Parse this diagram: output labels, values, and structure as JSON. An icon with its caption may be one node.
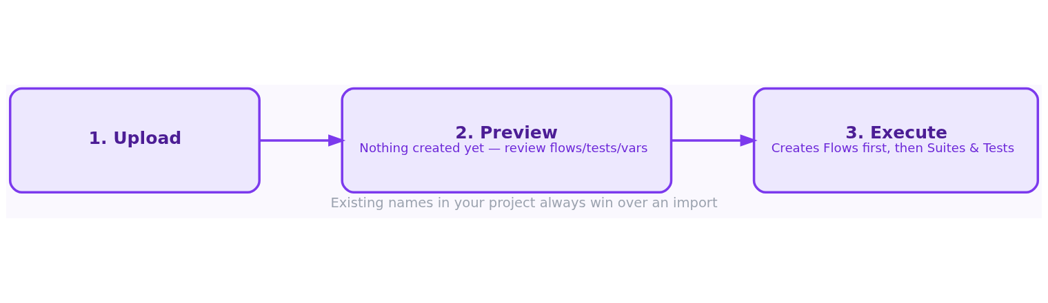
{
  "diagram": {
    "caption": "Existing names in your project always win over an import",
    "nodes": [
      {
        "text": [
          "1. Upload"
        ]
      },
      {
        "text": [
          "2. Preview",
          "Nothing created yet — review flows/tests/vars"
        ]
      },
      {
        "text": [
          "3. Execute",
          "Creates Flows first, then Suites & Tests"
        ]
      }
    ],
    "edges": [
      {
        "from": 0,
        "to": 1,
        "arrow": "to"
      },
      {
        "from": 1,
        "to": 2,
        "arrow": "to"
      }
    ]
  }
}
